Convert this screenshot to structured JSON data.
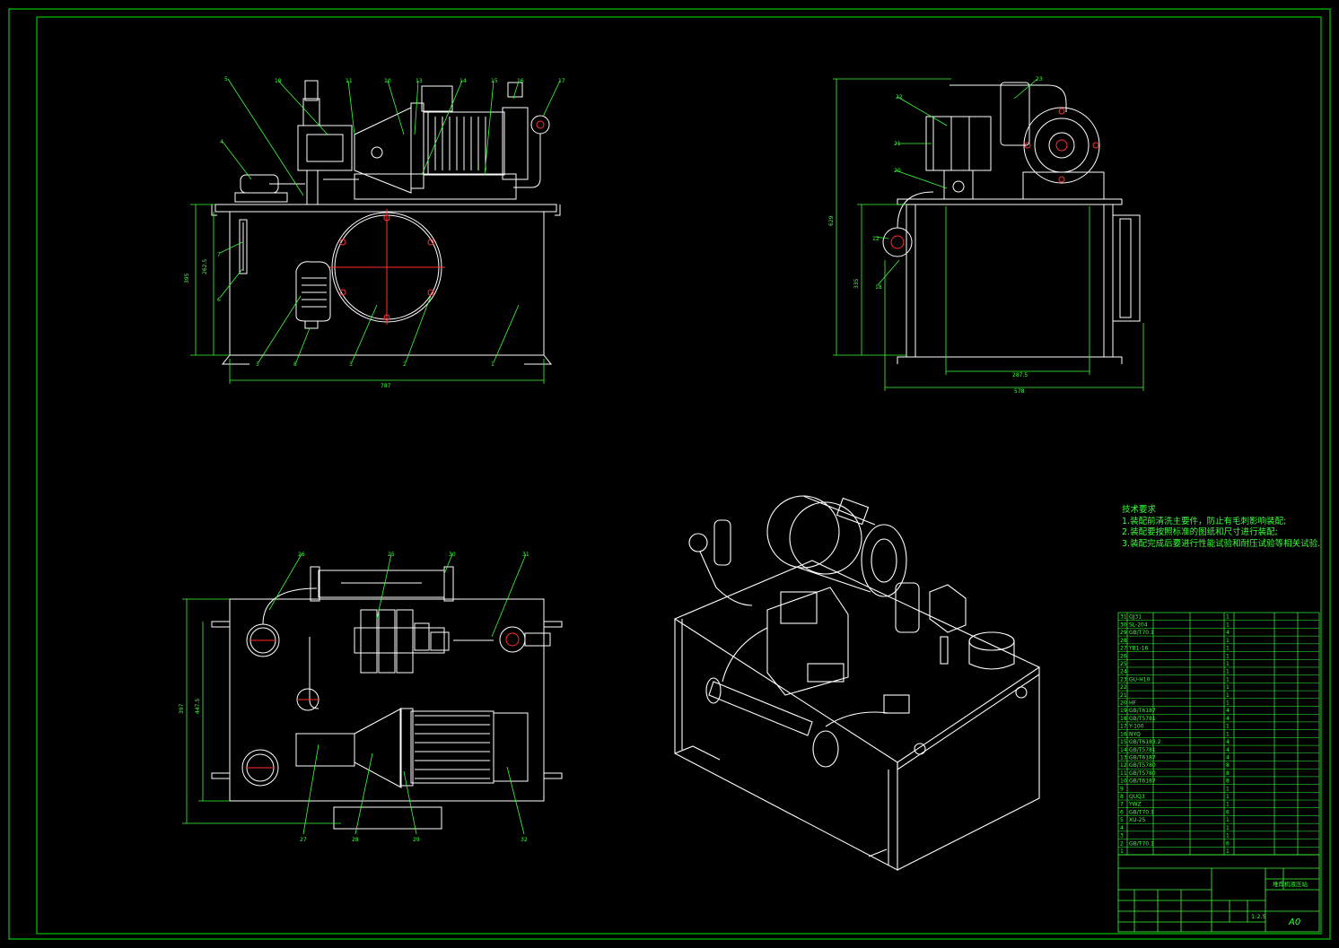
{
  "technical_requirements": {
    "title": "技术要求",
    "items": [
      "1.装配前清洗主要件，防止有毛刺影响装配;",
      "2.装配要按照标准的图纸和尺寸进行装配;",
      "3.装配完成后要进行性能试验和耐压试验等相关试验."
    ]
  },
  "front_view": {
    "dim_width": "787",
    "dim_height_1": "395",
    "dim_height_2": "262.5",
    "balloons": [
      "5",
      "19",
      "11",
      "10",
      "13",
      "14",
      "15",
      "16",
      "17",
      "4",
      "7",
      "6",
      "3",
      "8",
      "3",
      "2",
      "1"
    ]
  },
  "side_view": {
    "dim_height_total": "629",
    "dim_height_tank": "335",
    "dim_inner_width": "287.5",
    "dim_width": "578",
    "balloons": [
      "22",
      "21",
      "20",
      "12",
      "18",
      "23"
    ]
  },
  "top_view": {
    "dim_height_1": "397",
    "dim_height_2": "447.5",
    "balloons": [
      "26",
      "25",
      "30",
      "31",
      "27",
      "28",
      "29",
      "32"
    ]
  },
  "bom": {
    "rows": [
      {
        "no": "31",
        "code": "QJ31",
        "qty": "1"
      },
      {
        "no": "30",
        "code": "SL-204",
        "qty": "1"
      },
      {
        "no": "29",
        "code": "GB/T70.1",
        "qty": "4"
      },
      {
        "no": "28",
        "code": "",
        "qty": "1"
      },
      {
        "no": "27",
        "code": "YB1-16",
        "qty": "1"
      },
      {
        "no": "26",
        "code": "",
        "qty": "1"
      },
      {
        "no": "25",
        "code": "",
        "qty": "1"
      },
      {
        "no": "24",
        "code": "",
        "qty": "1"
      },
      {
        "no": "23",
        "code": "GU-H10",
        "qty": "1"
      },
      {
        "no": "22",
        "code": "",
        "qty": "1"
      },
      {
        "no": "21",
        "code": "",
        "qty": "1"
      },
      {
        "no": "20",
        "code": "HF",
        "qty": "1"
      },
      {
        "no": "19",
        "code": "GB/T6187",
        "qty": "4"
      },
      {
        "no": "18",
        "code": "GB/T5781",
        "qty": "4"
      },
      {
        "no": "17",
        "code": "Y-100",
        "qty": "1"
      },
      {
        "no": "16",
        "code": "NYQ",
        "qty": "1"
      },
      {
        "no": "15",
        "code": "GB/T6183.2",
        "qty": "4"
      },
      {
        "no": "14",
        "code": "GB/T5781",
        "qty": "4"
      },
      {
        "no": "13",
        "code": "GB/T6187",
        "qty": "4"
      },
      {
        "no": "12",
        "code": "GB/T5780",
        "qty": "8"
      },
      {
        "no": "11",
        "code": "GB/T5780",
        "qty": "8"
      },
      {
        "no": "10",
        "code": "GB/T6187",
        "qty": "8"
      },
      {
        "no": "9",
        "code": "",
        "qty": "1"
      },
      {
        "no": "8",
        "code": "QUQ3",
        "qty": "1"
      },
      {
        "no": "7",
        "code": "YWZ",
        "qty": "1"
      },
      {
        "no": "6",
        "code": "GB/T70.1",
        "qty": "6"
      },
      {
        "no": "5",
        "code": "XU-25",
        "qty": "1"
      },
      {
        "no": "4",
        "code": "",
        "qty": "1"
      },
      {
        "no": "3",
        "code": "",
        "qty": "1"
      },
      {
        "no": "2",
        "code": "GB/T70.1",
        "qty": "6"
      },
      {
        "no": "1",
        "code": "",
        "qty": "1"
      }
    ]
  },
  "title_block": {
    "drawing_name": "堆焊机液压站",
    "sheet_size": "A0",
    "scale": "1:2.5"
  }
}
